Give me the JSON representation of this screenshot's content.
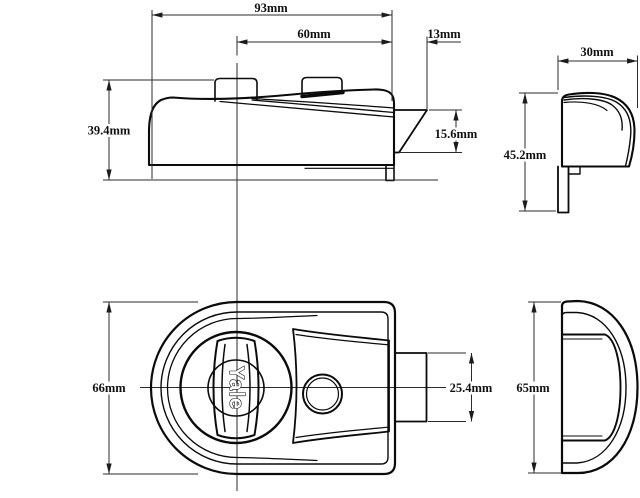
{
  "logo_text": "Yale",
  "dimensions": {
    "top_width": "93mm",
    "cylinder_offset": "60mm",
    "latch_projection": "13mm",
    "body_depth": "39.4mm",
    "latch_height": "15.6mm",
    "side_depth": "30mm",
    "side_height": "45.2mm",
    "front_height": "66mm",
    "latch_width": "25.4mm",
    "keep_height": "65mm"
  }
}
